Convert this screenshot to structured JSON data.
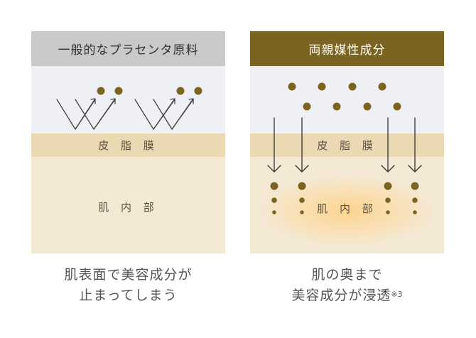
{
  "left_panel": {
    "header": "一般的なプラセンタ原料",
    "membrane_label": "皮 脂 膜",
    "inner_label": "肌 内 部",
    "caption_line1": "肌表面で美容成分が",
    "caption_line2": "止まってしまう"
  },
  "right_panel": {
    "header": "両親媒性成分",
    "membrane_label": "皮 脂 膜",
    "inner_label": "肌 内 部",
    "caption_line1": "肌の奥まで",
    "caption_line2": "美容成分が浸透",
    "caption_note": "※3"
  },
  "colors": {
    "dot": "#7b6420",
    "left_header_bg": "#c9c9c9",
    "right_header_bg": "#7b6420",
    "surface_bg": "#eff0f6",
    "membrane_bg": "#ead9b2",
    "inner_bg": "#f4e9d5"
  }
}
